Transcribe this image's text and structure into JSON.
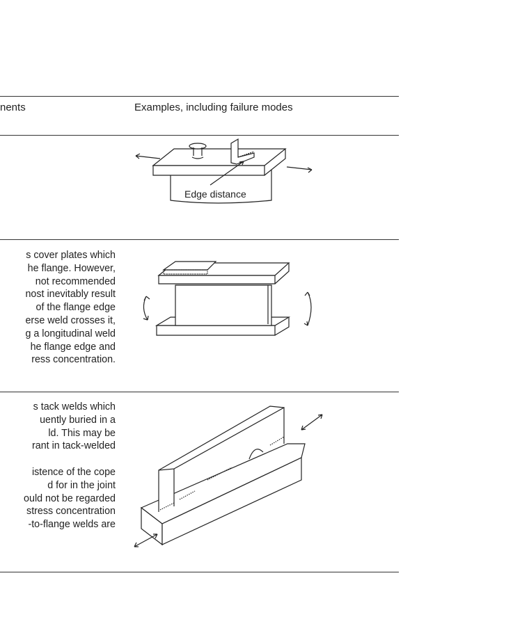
{
  "table": {
    "headers": [
      "nents",
      "Examples, including failure modes"
    ],
    "rows": [
      {
        "text": [],
        "figure_label": "Edge distance"
      },
      {
        "text": [
          "s cover plates which",
          "he flange. However,",
          "not recommended",
          "nost inevitably result",
          "of the flange edge",
          "erse weld crosses it,",
          "g a longitudinal weld",
          "he flange edge and",
          "ress concentration."
        ]
      },
      {
        "text": [
          "s tack welds which",
          "uently buried in a",
          "ld. This may be",
          "rant in tack-welded",
          "",
          "istence of the cope",
          "d for in the joint",
          "ould not be regarded",
          "stress concentration",
          "-to-flange welds are"
        ]
      }
    ]
  }
}
